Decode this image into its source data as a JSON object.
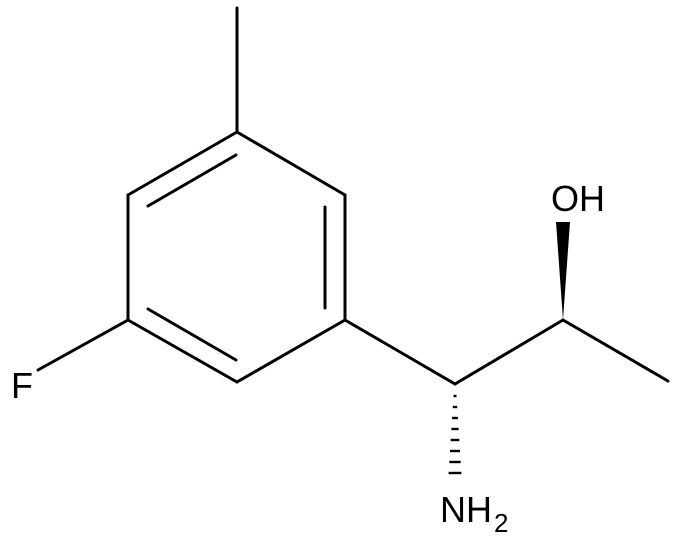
{
  "molecule": {
    "atom_labels": {
      "fluorine": "F",
      "hydroxyl": "OH",
      "amine_main": "NH",
      "amine_subscript": "2"
    },
    "stereo": {
      "c_amine": "hashed-wedge",
      "c_hydroxyl": "solid-wedge"
    }
  }
}
